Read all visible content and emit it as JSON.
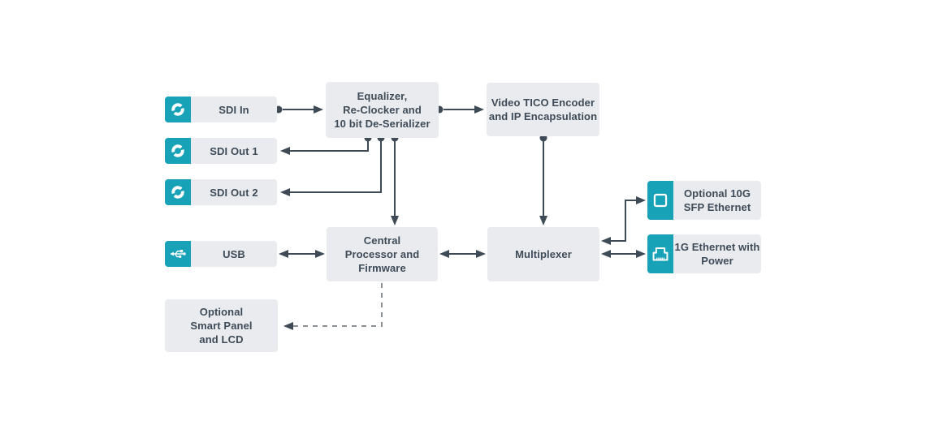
{
  "diagram": {
    "kind": "signal-flow-block-diagram",
    "colors": {
      "accent_teal": "#18A2B8",
      "block_fill": "#E9EBEE",
      "line_slate": "#3E4A56",
      "dash_gray": "#8A9096",
      "text": "#3E4B59",
      "background": "#FFFFFF"
    },
    "blocks": {
      "sdi_in": {
        "label": "SDI In",
        "icon": "sdi-connector-icon"
      },
      "sdi_out_1": {
        "label": "SDI Out 1",
        "icon": "sdi-connector-icon"
      },
      "sdi_out_2": {
        "label": "SDI Out 2",
        "icon": "sdi-connector-icon"
      },
      "usb": {
        "label": "USB",
        "icon": "usb-icon"
      },
      "smart_panel": {
        "lines": [
          "Optional",
          "Smart Panel",
          "and LCD"
        ]
      },
      "equalizer": {
        "lines": [
          "Equalizer,",
          "Re-Clocker and",
          "10 bit De-Serializer"
        ]
      },
      "tico_encoder": {
        "lines": [
          "Video TICO Encoder",
          "and IP Encapsulation"
        ]
      },
      "central_processor": {
        "lines": [
          "Central",
          "Processor and",
          "Firmware"
        ]
      },
      "multiplexer": {
        "label": "Multiplexer"
      },
      "sfp_ethernet": {
        "lines": [
          "Optional",
          "10G SFP Ethernet"
        ],
        "icon": "sfp-port-icon"
      },
      "ethernet_1g": {
        "lines": [
          "1G Ethernet",
          "with Power"
        ],
        "icon": "ethernet-port-icon"
      }
    },
    "connections": [
      {
        "from": "sdi_in",
        "to": "equalizer",
        "style": "solid",
        "direction": "one-way"
      },
      {
        "from": "equalizer",
        "to": "tico_encoder",
        "style": "solid",
        "direction": "one-way"
      },
      {
        "from": "equalizer",
        "to": "sdi_out_1",
        "style": "solid",
        "direction": "one-way"
      },
      {
        "from": "equalizer",
        "to": "sdi_out_2",
        "style": "solid",
        "direction": "one-way"
      },
      {
        "from": "equalizer",
        "to": "central_processor",
        "style": "solid",
        "direction": "one-way"
      },
      {
        "from": "tico_encoder",
        "to": "multiplexer",
        "style": "solid",
        "direction": "one-way"
      },
      {
        "from": "usb",
        "to": "central_processor",
        "style": "solid",
        "direction": "two-way"
      },
      {
        "from": "central_processor",
        "to": "multiplexer",
        "style": "solid",
        "direction": "two-way"
      },
      {
        "from": "multiplexer",
        "to": "sfp_ethernet",
        "style": "solid",
        "direction": "two-way"
      },
      {
        "from": "multiplexer",
        "to": "ethernet_1g",
        "style": "solid",
        "direction": "two-way"
      },
      {
        "from": "central_processor",
        "to": "smart_panel",
        "style": "dashed",
        "direction": "one-way"
      }
    ]
  }
}
